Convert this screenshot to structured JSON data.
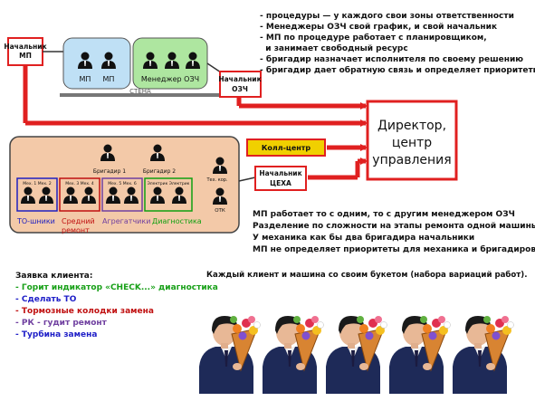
{
  "boxes": {
    "nach_mp": [
      "Начальник",
      "МП"
    ],
    "nach_ozch": [
      "Начальник",
      "ОЗЧ"
    ],
    "director": [
      "Директор,",
      "центр",
      "управления"
    ],
    "call_center": "Колл-центр",
    "nach_ceha": [
      "Начальник",
      "ЦЕХА"
    ]
  },
  "office": {
    "mp1": "МП",
    "mp2": "МП",
    "managers": "Менеджер ОЗЧ",
    "wall": "СТЕНА"
  },
  "workshop": {
    "brig1": "Бригадир 1",
    "brig2": "Бригадир 2",
    "teh": "Тех. кор.",
    "otk": "ОТК",
    "groups": [
      {
        "heads": "Мех. 1  Мех. 2",
        "label": "ТО-шники",
        "color": "#2020c0"
      },
      {
        "heads": "Мех. 3  Мех. 4",
        "label": "Средний ремонт",
        "color": "#c01010"
      },
      {
        "heads": "Мех. 5  Мех. 6",
        "label": "Агрегатчики",
        "color": "#7040a0"
      },
      {
        "heads": "Электрик  Электрик",
        "label": "Диагностика",
        "color": "#10a010"
      }
    ]
  },
  "notes_top": [
    "- процедуры — у каждого свои зоны ответственности",
    "- Менеджеры ОЗЧ свой график, и свой начальник",
    "- МП по процедуре работает с планировщиком,",
    "  и занимает свободный ресурс",
    "- бригадир назначает исполнителя по своему решению",
    "- бригадир дает обратную связь и определяет приоритеты"
  ],
  "notes_mid": [
    "МП работает то с одним, то с другим менеджером ОЗЧ",
    "Разделение по сложности на этапы ремонта одной машины",
    "У механика как бы два бригадира начальники",
    "МП не определяет приоритеты для механика и бригадиров"
  ],
  "request": {
    "title": "Заявка клиента:",
    "items": [
      {
        "text": "- Горит индикатор «CHECK...» диагностика",
        "color": "#18a018"
      },
      {
        "text": "- Сделать ТО",
        "color": "#2020c8"
      },
      {
        "text": "- Тормозные колодки замена",
        "color": "#c01010"
      },
      {
        "text": "- РК - гудит ремонт",
        "color": "#7040a0"
      },
      {
        "text": "- Турбина замена",
        "color": "#2020c8"
      }
    ]
  },
  "clients_caption": "Каждый клиент и машина со своим букетом (набора вариаций работ).",
  "colors": {
    "arrow": "#e02020",
    "office_blue": "#bfe0f5",
    "office_green": "#aee6a0",
    "workshop": "#f3c9a8",
    "call": "#f0d000",
    "wall": "#777777"
  }
}
